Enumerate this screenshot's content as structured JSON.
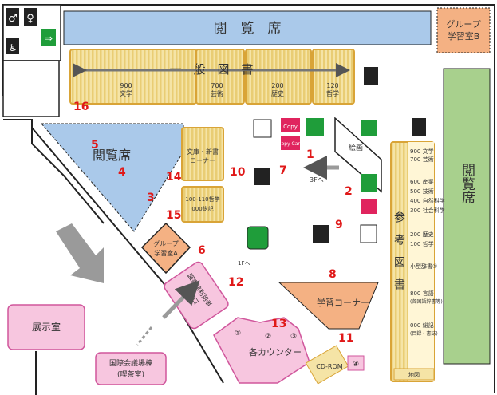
{
  "areas": {
    "reading_top": "閲　覧　席",
    "reading_left": "閲覧席",
    "reading_right": "閲覧席",
    "group_b": [
      "グループ",
      "学習室B"
    ],
    "group_a": [
      "グループ",
      "学習室A"
    ],
    "general_books": "一　般　図　書",
    "bunko": [
      "文庫・新書",
      "コーナー"
    ],
    "philosophy": [
      "100-110哲学",
      "000総記"
    ],
    "picture_books": "絵画",
    "reference": "参　考　図　書",
    "study_corner": "学習コーナー",
    "counter": "各カウンター",
    "exhibit": "展示室",
    "entrance": [
      "図書館利用者",
      "出入口"
    ],
    "conference": [
      "国際会議場棟",
      "(喫茶室)"
    ],
    "cdrom": "CD-ROM",
    "chizu": "地図",
    "dictionary": "小型辞書①"
  },
  "shelves_top": [
    {
      "code": "900",
      "name": "文学"
    },
    {
      "code": "700",
      "name": "芸術"
    },
    {
      "code": "200",
      "name": "歴史"
    },
    {
      "code": "120",
      "name": "哲学"
    }
  ],
  "reference_shelves": [
    [
      "900 文学",
      "700 芸術"
    ],
    [
      "600 産業",
      "500 技術",
      "400 自然科学",
      "300 社会科学"
    ],
    [
      "200 歴史",
      "100 哲学"
    ],
    [
      "800 言語",
      "(各国語辞書等)"
    ],
    [
      "000 総記",
      "(目録・書誌)"
    ]
  ],
  "copy_label": "Copy",
  "copy_card_label": "Copy Card",
  "stairs": {
    "up3f": "3Fへ",
    "down1f": "1Fへ"
  },
  "counters": [
    "①",
    "②",
    "③",
    "④"
  ],
  "markers": [
    "1",
    "2",
    "3",
    "4",
    "5",
    "6",
    "7",
    "8",
    "9",
    "10",
    "11",
    "12",
    "13",
    "14",
    "15",
    "16"
  ],
  "colors": {
    "reading": "#aac9ea",
    "shelf": "#f5e4a6",
    "shelf_border": "#d9a437",
    "green": "#a8d08d",
    "orange": "#f4b183",
    "pink": "#f7c6df",
    "pink_border": "#d0569c",
    "marker": "#e01818",
    "exit_green": "#1f9d3a",
    "arrow_gray": "#9a9a9a"
  }
}
